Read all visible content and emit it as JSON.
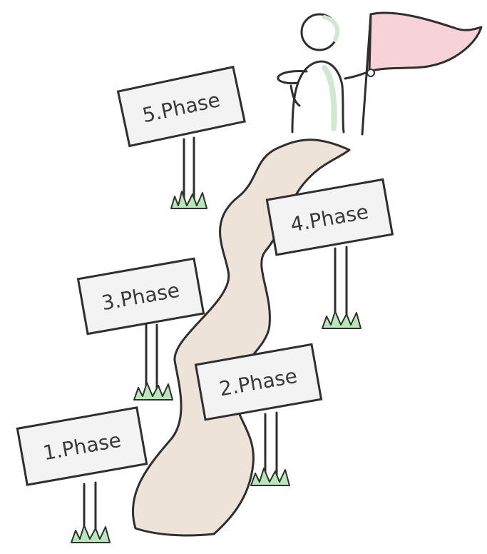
{
  "signs": [
    {
      "label": "1.Phase"
    },
    {
      "label": "2.Phase"
    },
    {
      "label": "3.Phase"
    },
    {
      "label": "4.Phase"
    },
    {
      "label": "5.Phase"
    }
  ],
  "colors": {
    "path": "#eee3d8",
    "flag": "#f7d2d8",
    "grass": "#b8e8b8",
    "person_shadow": "#d8efd8",
    "ink": "#2f2f2f"
  },
  "icons": {
    "person": "person-icon",
    "flag": "flag-icon",
    "path": "winding-path"
  }
}
